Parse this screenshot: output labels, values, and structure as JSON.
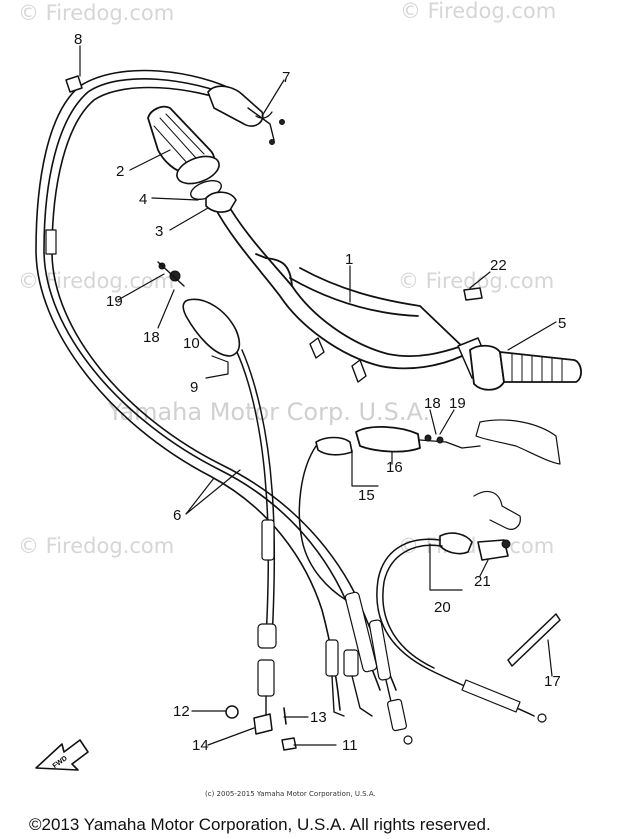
{
  "watermarks": [
    "© Firedog.com",
    "© Firedog.com",
    "© Firedog.com",
    "© Firedog.com",
    "© Firedog.com",
    "© Firedog.com"
  ],
  "center_watermark": "Yamaha Motor Corp. U.S.A.",
  "callouts": [
    "1",
    "2",
    "3",
    "4",
    "5",
    "6",
    "7",
    "8",
    "9",
    "10",
    "11",
    "12",
    "13",
    "14",
    "15",
    "16",
    "17",
    "18",
    "19",
    "20",
    "21",
    "22",
    "18",
    "19"
  ],
  "fwd_label": "FWD",
  "small_copyright": "(c) 2005-2015 Yamaha Motor Corporation, U.S.A.",
  "footer_copyright": "©2013 Yamaha Motor Corporation, U.S.A. All rights reserved."
}
